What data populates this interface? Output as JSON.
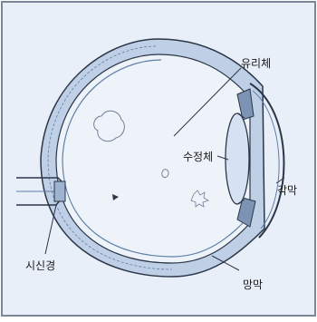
{
  "diagram": {
    "subject": "eye cross-section",
    "colors": {
      "background": "#e9eff8",
      "frame": "#7a869a",
      "wall_fill": "#bfd0e6",
      "line": "#2b3648",
      "accent": "#5f7ea7"
    },
    "labels": {
      "vitreous": "유리체",
      "lens": "수정체",
      "cornea": "각막",
      "optic_nerve": "시신경",
      "retina": "망막"
    }
  }
}
